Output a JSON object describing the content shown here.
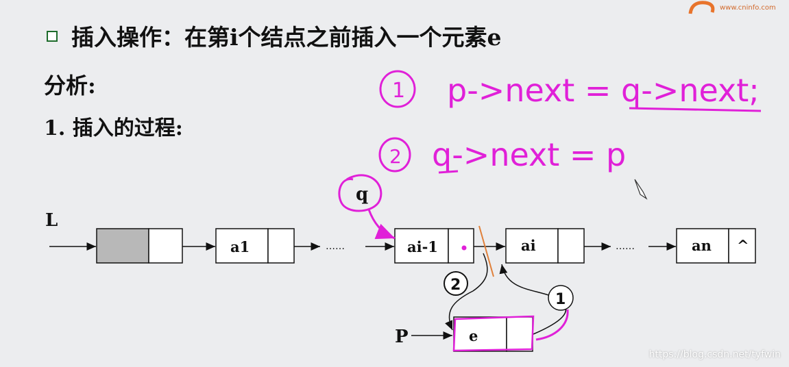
{
  "slide": {
    "title": "插入操作：在第i个结点之前插入一个元素e",
    "analysis": "分析:",
    "step": "1. 插入的过程:"
  },
  "logo": {
    "text": "www.cninfo.com"
  },
  "watermark": "https://blog.csdn.net/tyfwin",
  "diagram": {
    "list_label": "L",
    "nodes": [
      "",
      "a1",
      "ai-1",
      "ai",
      "an"
    ],
    "null_marker": "^",
    "ellipsis": "……",
    "q_label": "q",
    "p_label": "P",
    "new_node": "e",
    "step1_label": "1",
    "step2_label": "2"
  },
  "annotations": {
    "line1_num": "1",
    "line1": "p->next = q->next;",
    "line2_num": "2",
    "line2": "q->next = p"
  },
  "colors": {
    "background": "#ecedef",
    "handwriting": "#e020d8",
    "head_node_fill": "#b8b8b8",
    "bullet_border": "#1d6b2b",
    "cut_mark": "#e0803a"
  }
}
